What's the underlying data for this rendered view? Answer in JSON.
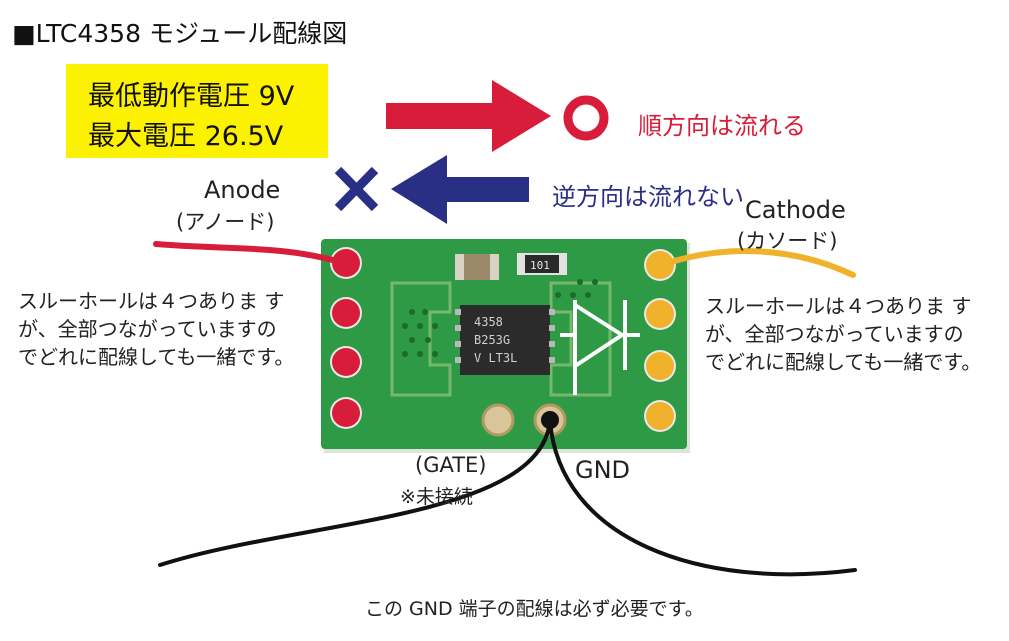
{
  "title": "■LTC4358 モジュール配線図",
  "spec": {
    "line1": "最低動作電圧 9V",
    "line2": "最大電圧 26.5V"
  },
  "forward": {
    "label": "順方向は流れる",
    "color": "#d81d3a"
  },
  "reverse": {
    "label": "逆方向は流れない",
    "color": "#2a2f86"
  },
  "anode": {
    "label": "Anode",
    "sublabel": "(アノード)"
  },
  "cathode": {
    "label": "Cathode",
    "sublabel": "(カソード)"
  },
  "left_note": {
    "line1": "スルーホールは４つありま す",
    "line2": "が、全部つながっていますの",
    "line3": "でどれに配線しても一緒です。"
  },
  "right_note": {
    "line1": "スルーホールは４つありま す",
    "line2": "が、全部つながっていますの",
    "line3": "でどれに配線しても一緒です。"
  },
  "gate": {
    "label": "(GATE)",
    "sublabel": "※未接続"
  },
  "gnd": {
    "label": "GND"
  },
  "footer": "この GND 端子の配線は必ず必要です。",
  "chip": {
    "line1": "4358",
    "line2": "B253G",
    "line3": "V LT3L"
  },
  "resistor": {
    "label": "101"
  },
  "colors": {
    "board": "#2e9a45",
    "anode_wire": "#d81d3a",
    "cathode_wire": "#f0b22a",
    "gnd_wire": "#111111",
    "highlight": "#fbf100"
  }
}
